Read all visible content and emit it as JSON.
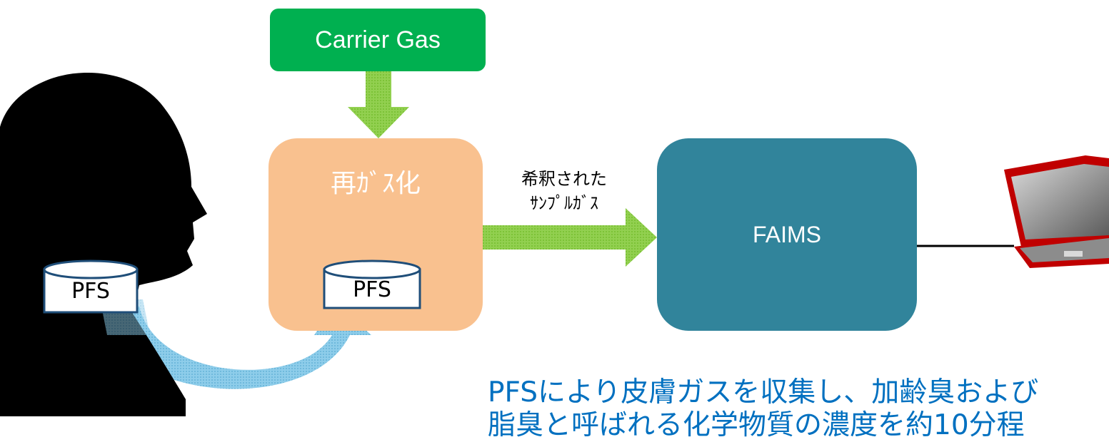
{
  "carrier_gas": "Carrier Gas",
  "regasification": "再ｶﾞｽ化",
  "pfs_on_neck": "PFS",
  "pfs_in_regas": "PFS",
  "diluted_label_line1": "希釈された",
  "diluted_label_line2": "ｻﾝﾌﾟﾙｶﾞｽ",
  "faims": "FAIMS",
  "caption_line1": "PFSにより皮膚ガスを収集し、加齢臭および",
  "caption_line2": "脂臭と呼ばれる化学物質の濃度を約10分程",
  "colors": {
    "carrier": "#00b050",
    "regas": "#f9c18f",
    "faims": "#31849b",
    "green_arrow": "#92d050",
    "blue_arrow": "#8ecdea",
    "caption": "#0070c0",
    "laptop": "#c00000"
  }
}
